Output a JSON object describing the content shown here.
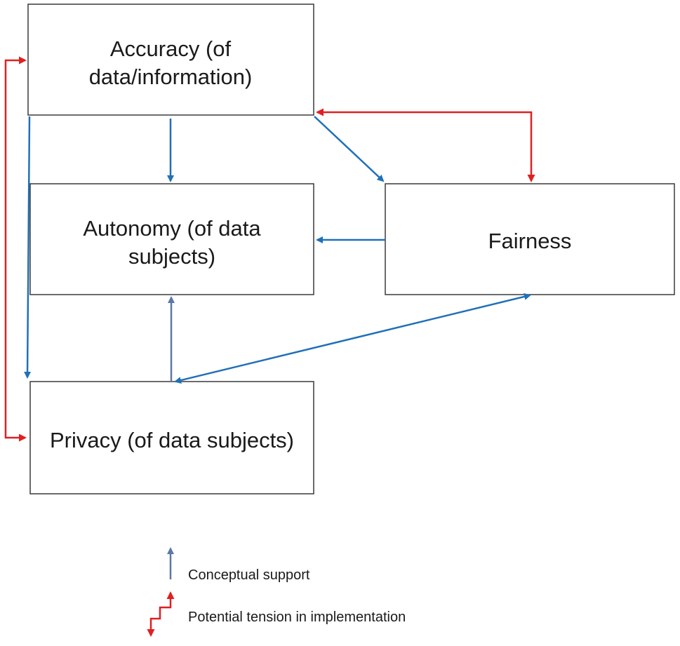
{
  "colors": {
    "support": "#2070b8",
    "support_legend": "#5b78a8",
    "tension": "#e02020"
  },
  "nodes": {
    "accuracy": {
      "lines": [
        "Accuracy (of",
        "data/information)"
      ]
    },
    "autonomy": {
      "lines": [
        "Autonomy (of data",
        "subjects)"
      ]
    },
    "fairness": {
      "lines": [
        "Fairness"
      ]
    },
    "privacy": {
      "lines": [
        "Privacy (of data subjects)"
      ]
    }
  },
  "edges": [
    {
      "from": "accuracy",
      "to": "autonomy",
      "type": "conceptual-support"
    },
    {
      "from": "accuracy",
      "to": "fairness",
      "type": "conceptual-support"
    },
    {
      "from": "accuracy",
      "to": "privacy",
      "type": "conceptual-support"
    },
    {
      "from": "fairness",
      "to": "autonomy",
      "type": "conceptual-support"
    },
    {
      "from": "privacy",
      "to": "autonomy",
      "type": "conceptual-support"
    },
    {
      "from": "privacy",
      "to": "fairness",
      "type": "conceptual-support",
      "bidirectional": true
    },
    {
      "from": "accuracy",
      "to": "fairness",
      "type": "potential-tension",
      "bidirectional": true
    },
    {
      "from": "accuracy",
      "to": "privacy",
      "type": "potential-tension",
      "bidirectional": true
    }
  ],
  "legend": {
    "support_label": "Conceptual support",
    "tension_label": "Potential tension in implementation"
  }
}
